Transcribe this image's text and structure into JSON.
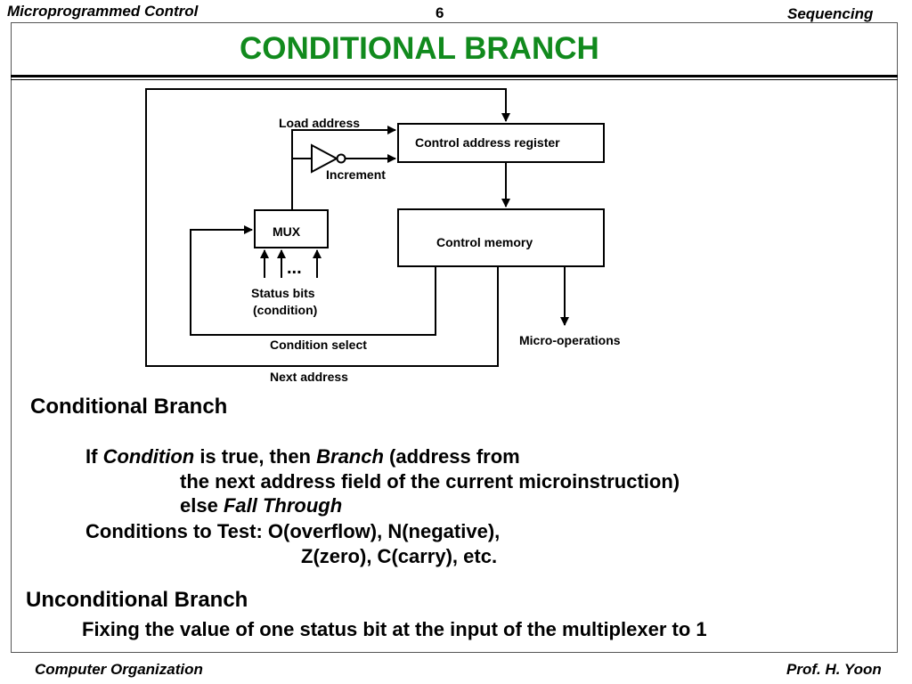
{
  "header": {
    "left": "Microprogrammed Control",
    "page": "6",
    "right": "Sequencing",
    "title": "CONDITIONAL  BRANCH"
  },
  "diagram": {
    "load_address": "Load address",
    "car": "Control address register",
    "increment": "Increment",
    "mux": "MUX",
    "control_memory": "Control memory",
    "ellipsis": "...",
    "status_bits_1": "Status  bits",
    "status_bits_2": "(condition)",
    "condition_select": "Condition select",
    "micro_operations": "Micro-operations",
    "next_address": "Next address"
  },
  "body": {
    "conditional_heading": "Conditional Branch",
    "line1_if": "If ",
    "line1_condition": "Condition",
    "line1_mid": "  is true, then ",
    "line1_branch": "Branch",
    "line1_end": " (address from",
    "line2": "the next address field of the current microinstruction)",
    "line3_else": "else ",
    "line3_fall": "Fall Through",
    "line4": "Conditions to Test: O(overflow), N(negative),",
    "line5": "Z(zero), C(carry), etc.",
    "unconditional_heading": "Unconditional Branch",
    "unconditional_text": "Fixing the value of one status bit at the input of the multiplexer to 1"
  },
  "footer": {
    "left": "Computer Organization",
    "right": "Prof.  H. Yoon"
  }
}
